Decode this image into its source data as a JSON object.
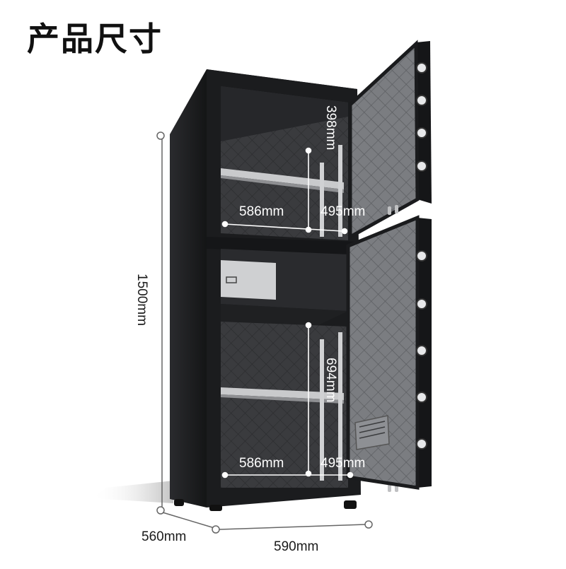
{
  "title": "产品尺寸",
  "dimensions": {
    "height": "1500mm",
    "depth": "560mm",
    "width": "590mm",
    "upper_height": "398mm",
    "upper_width": "586mm",
    "upper_depth": "495mm",
    "lower_height": "694mm",
    "lower_width": "586mm",
    "lower_depth": "495mm"
  },
  "colors": {
    "body": "#1b1c1e",
    "door_quilt": "#7d7f83",
    "interior": "#2f3032",
    "shelf": "#c9cacc",
    "measure_line": "#ffffff",
    "outer_line": "#555555"
  }
}
